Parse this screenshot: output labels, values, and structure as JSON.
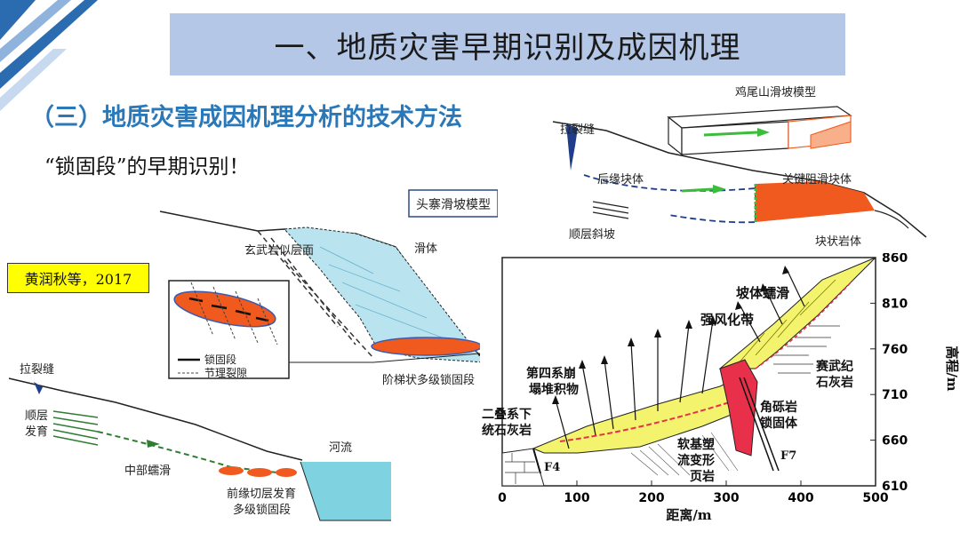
{
  "header": {
    "title": "一、地质灾害早期识别及成因机理"
  },
  "section": {
    "subtitle": "（三）地质灾害成因机理分析的技术方法",
    "lead": "“锁固段”的早期识别！"
  },
  "citation": "黄润秋等，2017",
  "diagram_left": {
    "model_label": "头寨滑坡模型",
    "labels": {
      "basalt": "玄武岩似层面",
      "slide_body": "滑体",
      "legend_lock": "锁固段",
      "legend_joint": "节理裂隙",
      "stepped_lock": "阶梯状多级锁固段",
      "tension_crack": "拉裂缝",
      "bedding_1": "顺层",
      "bedding_2": "发育",
      "middle_creep": "中部蠕滑",
      "river": "河流",
      "front_cut_1": "前缘切层发育",
      "front_cut_2": "多级锁固段"
    }
  },
  "diagram_right_top": {
    "model_label": "鸡尾山滑坡模型",
    "labels": {
      "tension_crack": "拉裂缝",
      "rear_block": "后缘块体",
      "key_block": "关键阻滑块体",
      "bedding_slope": "顺层斜坡",
      "blocky_rock": "块状岩体"
    }
  },
  "diagram_section": {
    "labels": {
      "creep": "坡体蠕滑",
      "weathered": "强风化带",
      "quaternary_1": "第四系崩",
      "quaternary_2": "塌堆积物",
      "permian_1": "二叠系下",
      "permian_2": "统石灰岩",
      "breccia_1": "角砾岩",
      "breccia_2": "锁固体",
      "devonian_1": "赛武纪",
      "devonian_2": "石灰岩",
      "shale_1": "软基塑",
      "shale_2": "流变形",
      "shale_3": "页岩",
      "fault_f4": "F4",
      "fault_f7": "F7"
    },
    "x_axis": {
      "label": "距离/m",
      "ticks": [
        "0",
        "100",
        "200",
        "300",
        "400",
        "500"
      ]
    },
    "y_axis": {
      "label": "高程/m",
      "ticks": [
        "860",
        "810",
        "760",
        "710",
        "660",
        "610"
      ]
    },
    "colors": {
      "yellow_fill": "#f3f36e",
      "red_fill": "#e8304a",
      "orange_fill": "#f05a1e",
      "water": "#7fd3e0"
    }
  }
}
